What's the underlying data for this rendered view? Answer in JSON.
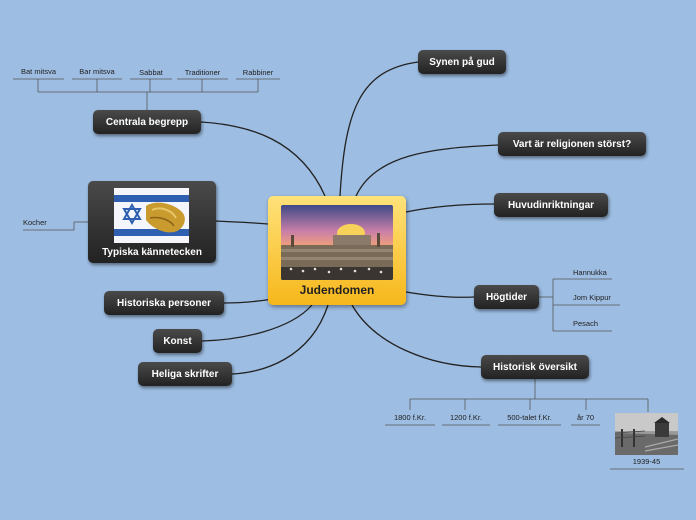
{
  "central": {
    "title": "Judendomen",
    "image": "jerusalem-western-wall-photo"
  },
  "main_topics": {
    "synen": "Synen på gud",
    "vart": "Vart är religionen störst?",
    "huvud": "Huvudinriktningar",
    "hogtider": "Högtider",
    "historisk": "Historisk översikt",
    "heliga": "Heliga skrifter",
    "konst": "Konst",
    "personer": "Historiska personer",
    "typiska": "Typiska kännetecken",
    "centrala": "Centrala begrepp"
  },
  "centrala_items": [
    "Bat mitsva",
    "Bar mitsva",
    "Sabbat",
    "Traditioner",
    "Rabbiner"
  ],
  "typiska_items": [
    "Kocher"
  ],
  "hogtider_items": [
    "Hannukka",
    "Jom Kippur",
    "Pesach"
  ],
  "historisk_items": [
    "1800 f.Kr.",
    "1200 f.Kr.",
    "500-talet f.Kr.",
    "år 70",
    "1939-45"
  ],
  "colors": {
    "background": "#9dbde2",
    "node": "#2b2b2b",
    "central": "#f6b71b",
    "line": "#222222"
  },
  "icons": [
    "israel-flag-icon",
    "star-of-david-icon",
    "auschwitz-photo"
  ]
}
